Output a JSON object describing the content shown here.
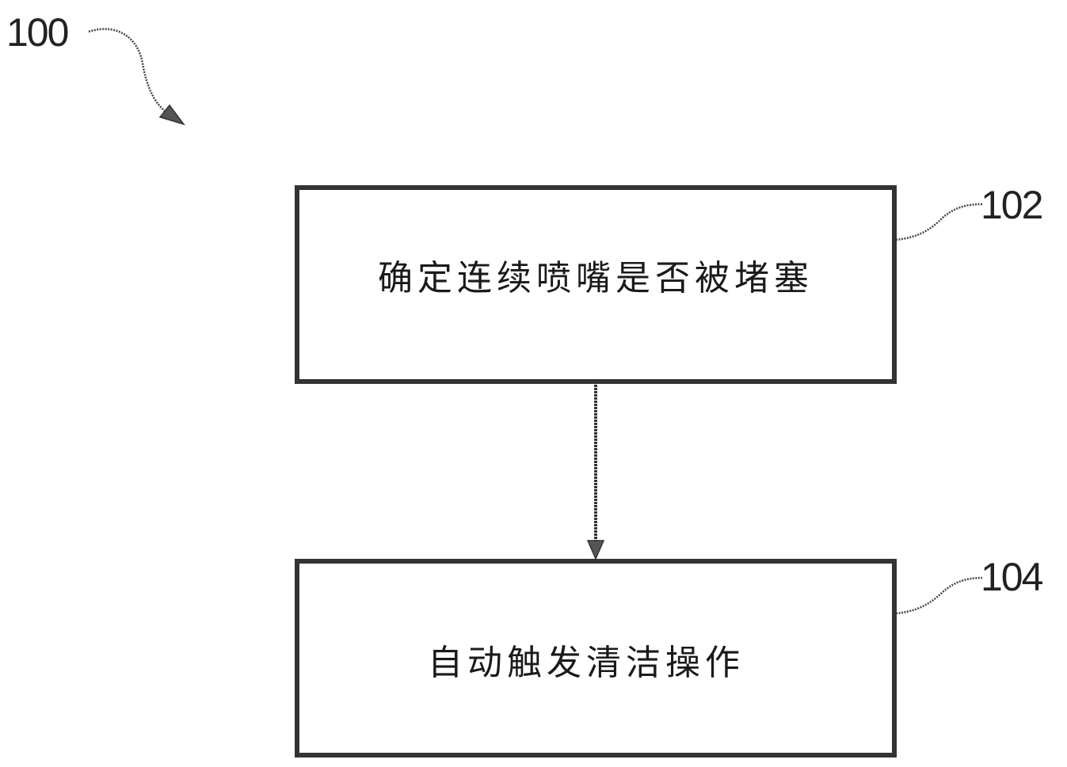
{
  "figure": {
    "ref_label": "100"
  },
  "steps": [
    {
      "ref_label": "102",
      "text": "确定连续喷嘴是否被堵塞"
    },
    {
      "ref_label": "104",
      "text": "自动触发清洁操作"
    }
  ]
}
